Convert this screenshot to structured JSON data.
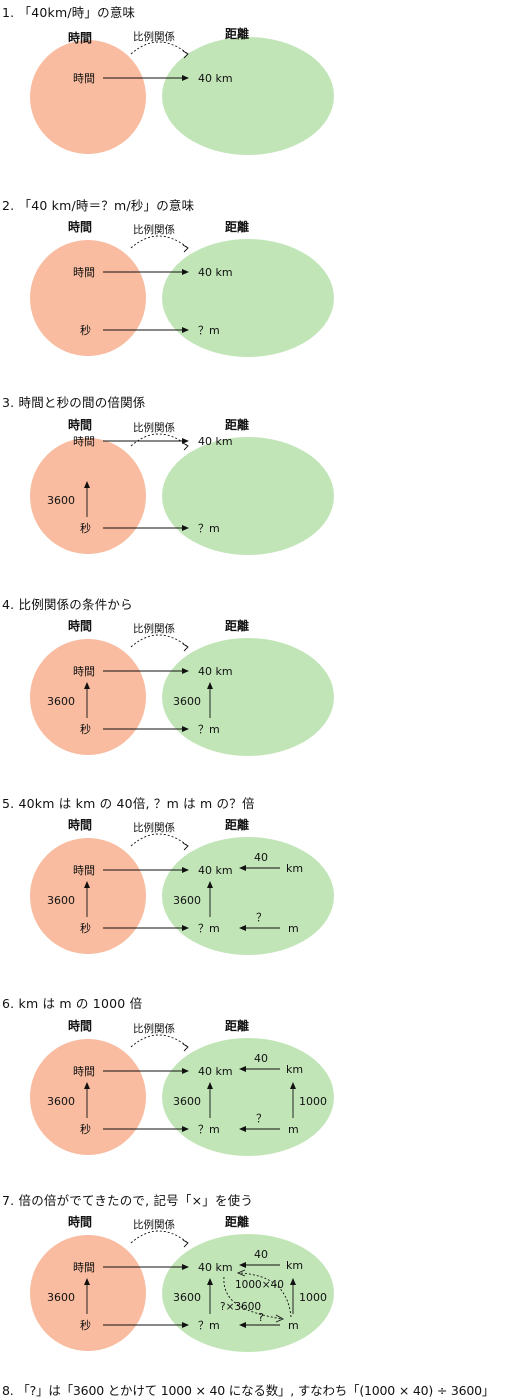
{
  "sections": [
    {
      "title": "1. 「40km/時」の意味"
    },
    {
      "title": "2. 「40 km/時＝？m/秒」の意味"
    },
    {
      "title": "3. 時間と秒の間の倍関係"
    },
    {
      "title": "4. 比例関係の条件から"
    },
    {
      "title": "5. 40km は km の 40倍, ？m は m の？倍"
    },
    {
      "title": "6. km は m の 1000 倍"
    },
    {
      "title": "7. 倍の倍がでてきたので, 記号「×」を使う"
    }
  ],
  "labels": {
    "time_header": "時間",
    "distance_header": "距離",
    "proportion": "比例関係",
    "hour": "時間",
    "second": "秒",
    "km40": "40 km",
    "qm": "？m",
    "n3600": "3600",
    "n40": "40",
    "km": "km",
    "m": "m",
    "q": "？",
    "n1000": "1000",
    "mult": "1000×40",
    "qx": "?×3600",
    "q2": "?"
  },
  "final_text": "8. 「?」は「3600 とかけて 1000 × 40 になる数」, すなわち「(1000 × 40) ÷ 3600」",
  "colors": {
    "time_circle": "#f9bca0",
    "distance_circle": "#c2e5b8"
  }
}
